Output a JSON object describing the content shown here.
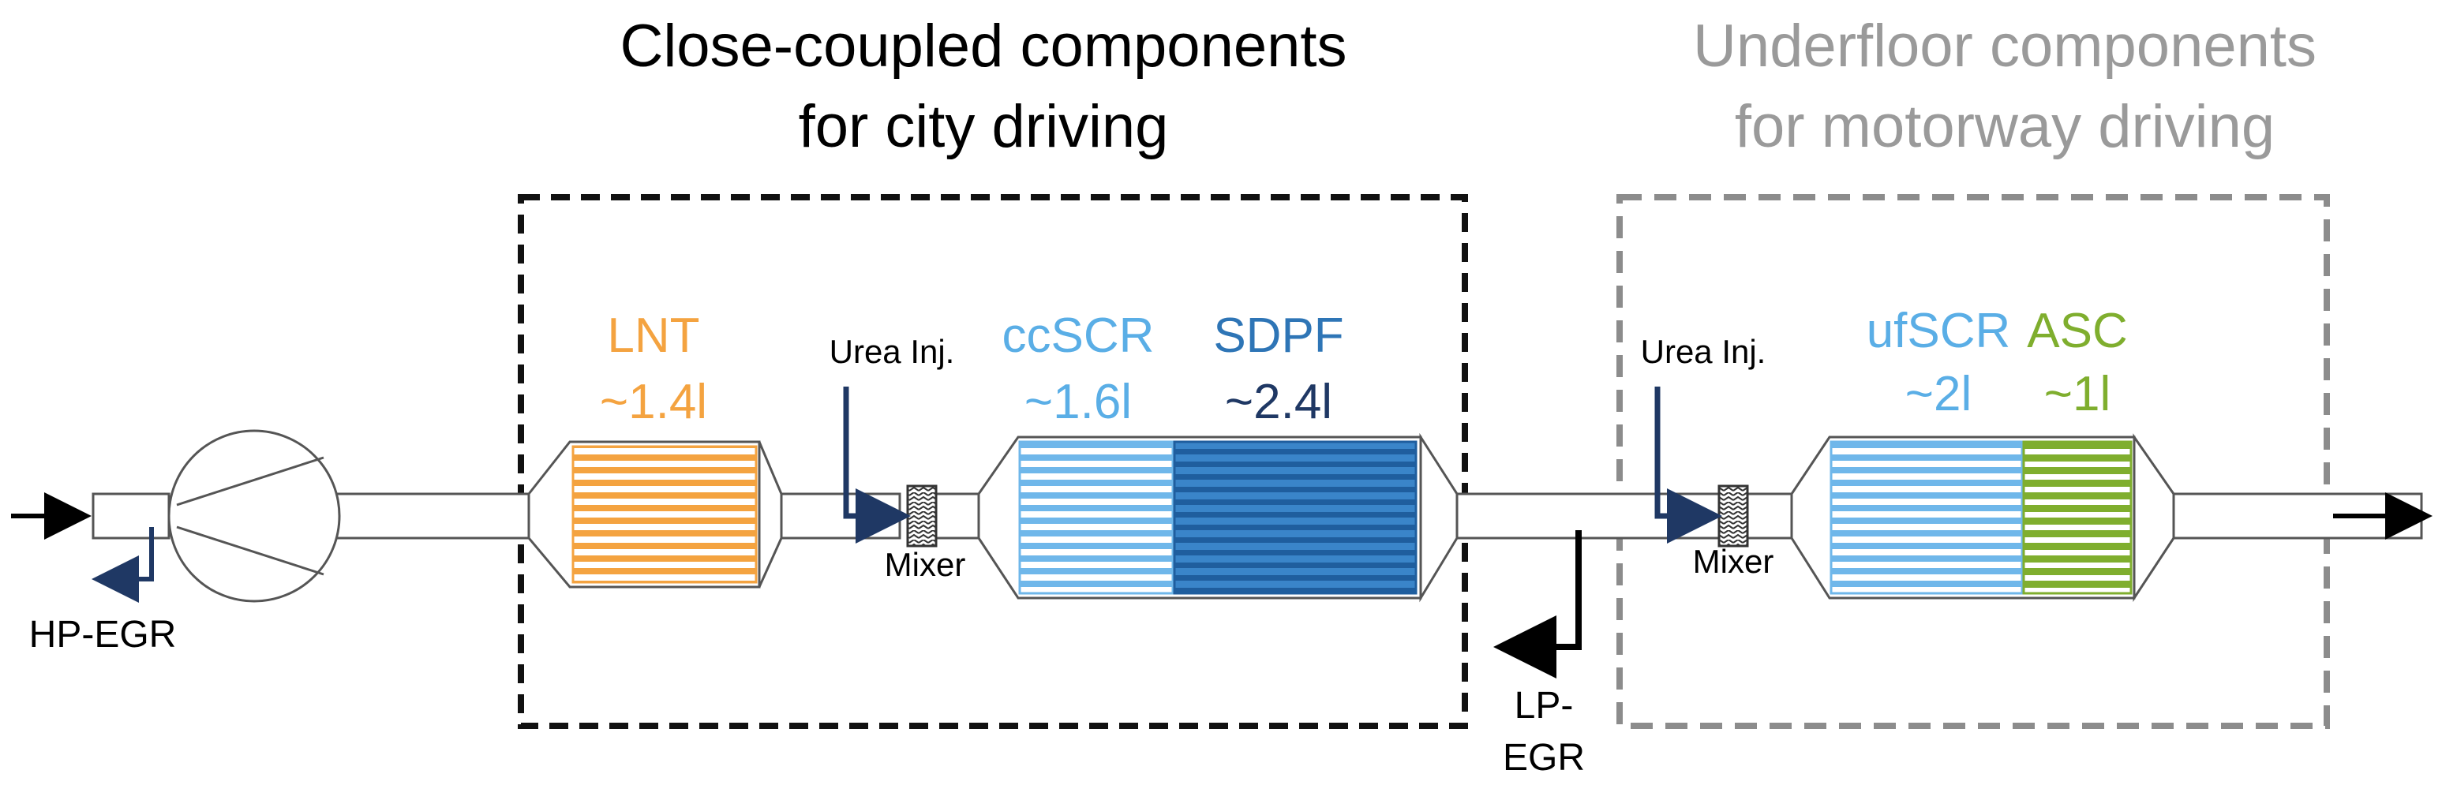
{
  "close_coupled": {
    "title_line1": "Close-coupled  components",
    "title_line2": "for city driving",
    "title_color": "#000000",
    "box_color": "#111111"
  },
  "underfloor": {
    "title_line1": "Underfloor components",
    "title_line2": "for motorway driving",
    "title_color": "#9a9a9a",
    "box_color": "#8c8c8c"
  },
  "components": {
    "lnt": {
      "name": "LNT",
      "volume": "~1.4l",
      "color": "#F4A340"
    },
    "ccscr": {
      "name": "ccSCR",
      "volume": "~1.6l",
      "color": "#5AAEE6"
    },
    "sdpf": {
      "name": "SDPF",
      "volume": "~2.4l",
      "color": "#2E75B6"
    },
    "ufscr": {
      "name": "ufSCR",
      "volume": "~2l",
      "color": "#5AAEE6"
    },
    "asc": {
      "name": "ASC",
      "volume": "~1l",
      "color": "#7FAE2E"
    }
  },
  "labels": {
    "urea_inj_1": "Urea Inj.",
    "urea_inj_2": "Urea Inj.",
    "mixer_1": "Mixer",
    "mixer_2": "Mixer",
    "hp_egr": "HP-EGR",
    "lp_egr_line1": "LP-",
    "lp_egr_line2": "EGR"
  },
  "colors": {
    "pipe_stroke": "#555555",
    "arrow_navy": "#1F3864"
  }
}
